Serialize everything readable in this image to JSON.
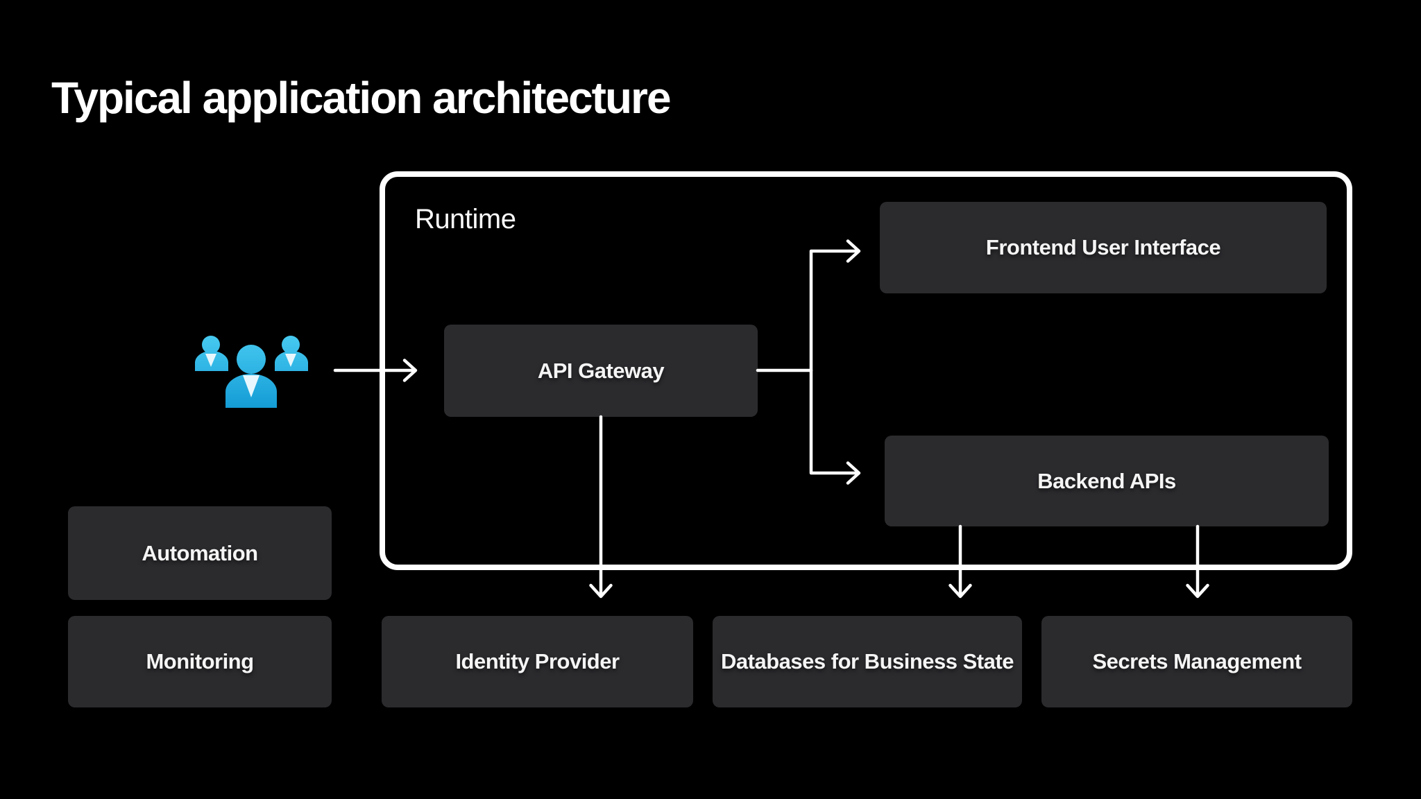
{
  "slide": {
    "title": "Typical application architecture"
  },
  "runtime": {
    "label": "Runtime"
  },
  "nodes": {
    "frontend": {
      "label": "Frontend User Interface",
      "inside_runtime": true
    },
    "api_gateway": {
      "label": "API Gateway",
      "inside_runtime": true
    },
    "backend": {
      "label": "Backend APIs",
      "inside_runtime": true
    },
    "automation": {
      "label": "Automation",
      "inside_runtime": false
    },
    "monitoring": {
      "label": "Monitoring",
      "inside_runtime": false
    },
    "identity": {
      "label": "Identity Provider",
      "inside_runtime": false
    },
    "databases": {
      "label": "Databases for Business State",
      "inside_runtime": false
    },
    "secrets": {
      "label": "Secrets Management",
      "inside_runtime": false
    }
  },
  "edges": [
    {
      "from": "users",
      "to": "api_gateway"
    },
    {
      "from": "api_gateway",
      "to": "frontend"
    },
    {
      "from": "api_gateway",
      "to": "backend"
    },
    {
      "from": "api_gateway",
      "to": "identity"
    },
    {
      "from": "backend",
      "to": "databases"
    },
    {
      "from": "backend",
      "to": "secrets"
    }
  ],
  "icons": [
    {
      "name": "users-icon",
      "meaning": "three users / people group"
    }
  ],
  "colors": {
    "background": "#000000",
    "box_fill": "#2b2b2e",
    "box_text": "#f5f5f5",
    "line": "#ffffff",
    "users_icon_top": "#49ccf2",
    "users_icon_bottom": "#129ad4",
    "users_icon_collar": "#e8f7fd"
  }
}
